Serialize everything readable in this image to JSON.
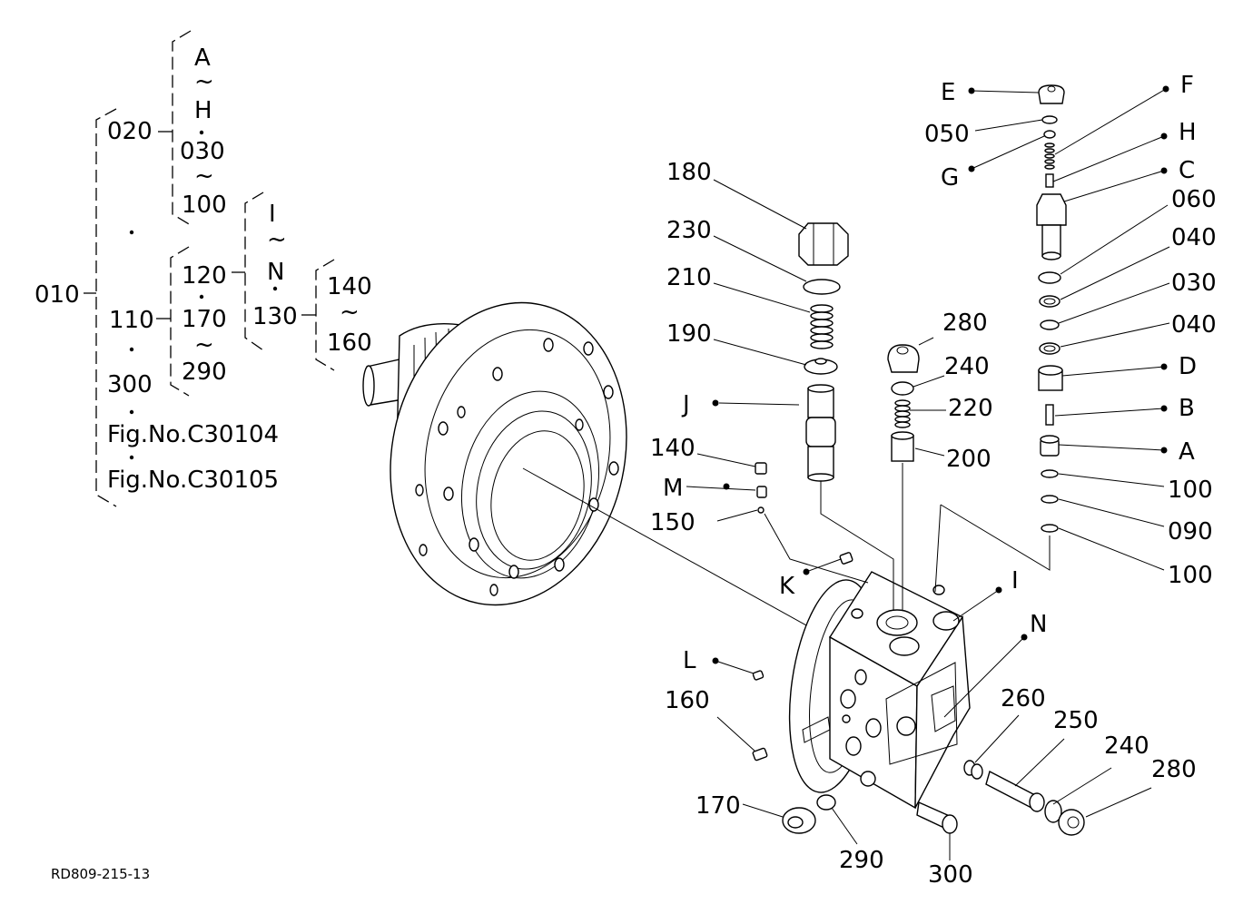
{
  "drawing_code": "RD809-215-13",
  "tree": {
    "root": "010",
    "g1_top": "020",
    "g1_range_start": "A",
    "g1_range_end": "H",
    "g1_tilde": "~",
    "g1_sub_start": "030",
    "g1_sub_end": "100",
    "g2_top": "110",
    "g2_a": "120",
    "g2_b": "170",
    "g2_c": "290",
    "g3_range_start": "I",
    "g3_range_end": "N",
    "g3_top": "130",
    "g4_start": "140",
    "g4_end": "160",
    "g2_bottom": "300",
    "fig_ref_1": "Fig.No.C30104",
    "fig_ref_2": "Fig.No.C30105"
  },
  "labels": {
    "p180": "180",
    "p230": "230",
    "p210": "210",
    "p190": "190",
    "pJ": "J",
    "p140": "140",
    "pM": "M",
    "p150": "150",
    "pK": "K",
    "pL": "L",
    "p160": "160",
    "p170": "170",
    "p290": "290",
    "p300": "300",
    "p280a": "280",
    "p240a": "240",
    "p220": "220",
    "p200": "200",
    "pE": "E",
    "p050": "050",
    "pG": "G",
    "pF": "F",
    "pH": "H",
    "pC": "C",
    "p060": "060",
    "p040a": "040",
    "p030": "030",
    "p040b": "040",
    "pD": "D",
    "pB": "B",
    "pA": "A",
    "p100a": "100",
    "p090": "090",
    "p100b": "100",
    "pI": "I",
    "pN": "N",
    "p260": "260",
    "p250": "250",
    "p240b": "240",
    "p280b": "280"
  }
}
